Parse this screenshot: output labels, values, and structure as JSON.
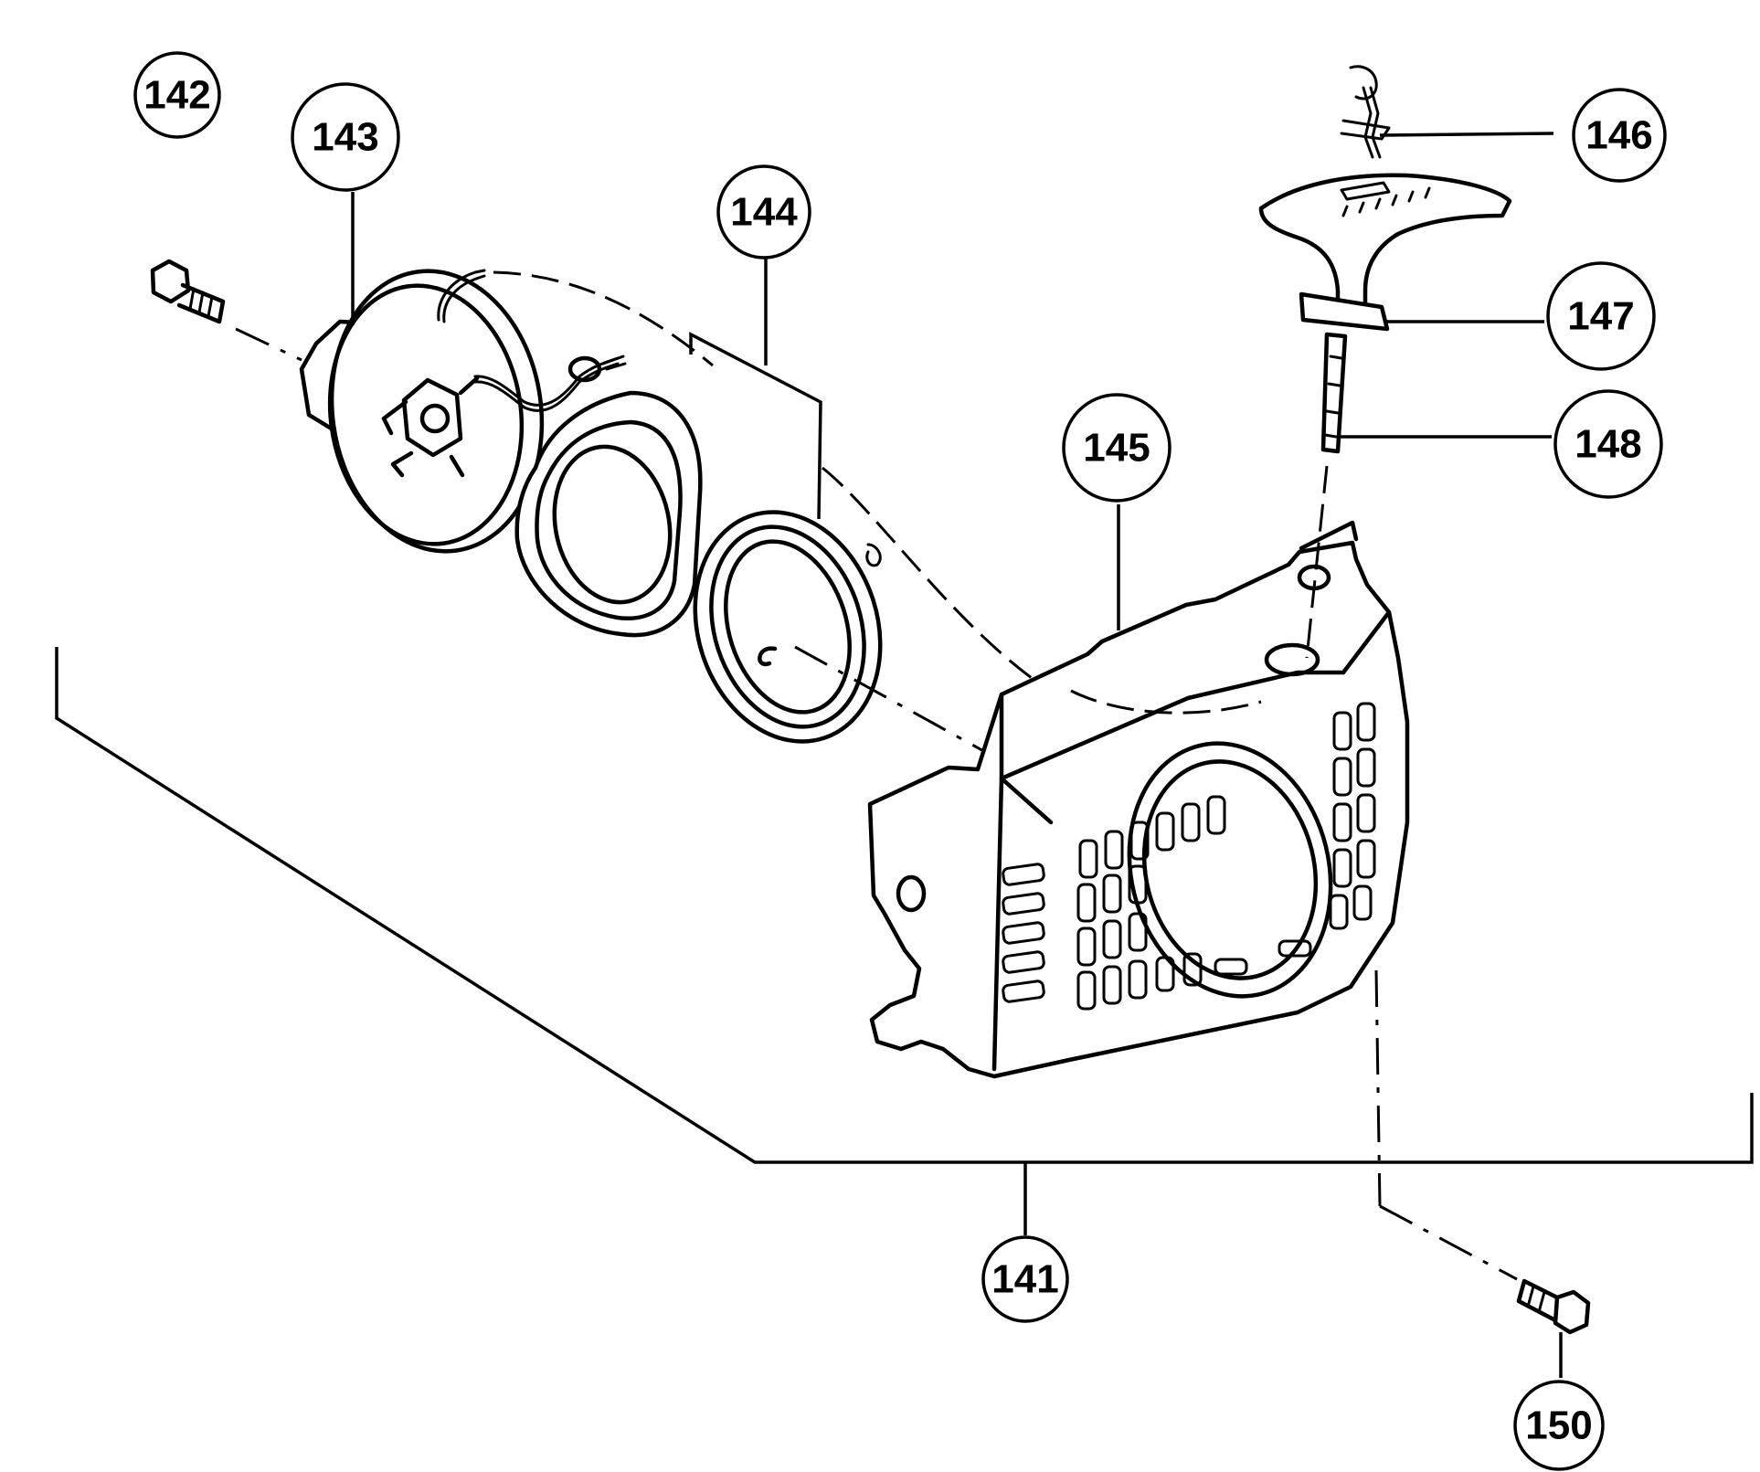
{
  "callouts": {
    "c141": "141",
    "c142": "142",
    "c143": "143",
    "c144": "144",
    "c145": "145",
    "c146": "146",
    "c147": "147",
    "c148": "148",
    "c150": "150"
  }
}
